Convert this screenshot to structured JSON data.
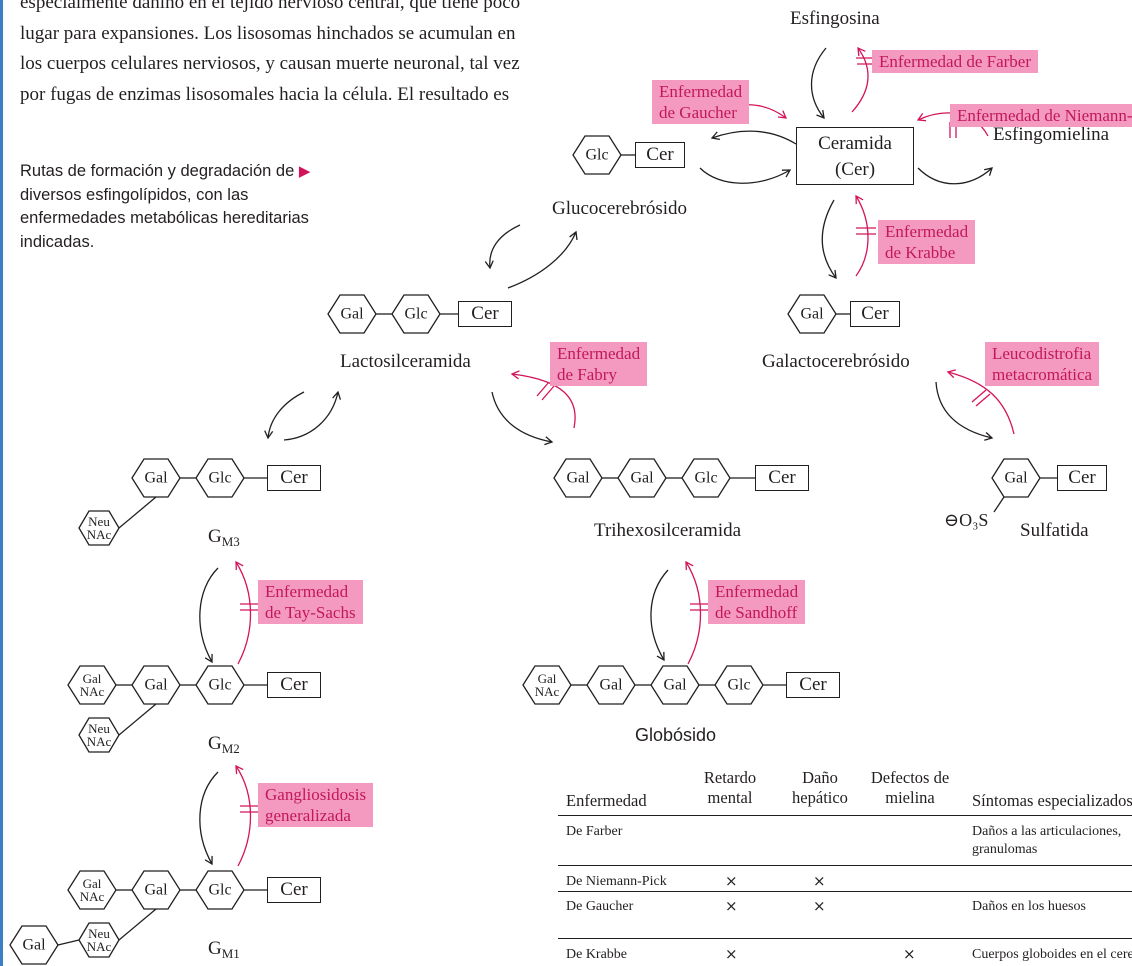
{
  "intro_lines": [
    "especialmente dañino en el tejido nervioso central, que tiene poco",
    "lugar para expansiones. Los lisosomas hinchados se acumulan en",
    "los cuerpos celulares nerviosos, y causan muerte neuronal, tal vez",
    "por fugas de enzimas lisosomales hacia la célula. El resultado es"
  ],
  "caption_lines": [
    "Rutas de formación y degradación de",
    "diversos esfingolípidos, con las",
    "enfermedades metabólicas hereditarias",
    "indicadas."
  ],
  "caption_marker": "▶",
  "accent_color": "#f49ac1",
  "enzyme_color": "#d4145a",
  "units": {
    "glc": "Glc",
    "gal": "Gal",
    "cer": "Cer",
    "neunac_1": "Neu",
    "neunac_2": "NAc",
    "galnac_1": "Gal",
    "galnac_2": "NAc",
    "o3s": "O₃S",
    "minus": "⊖"
  },
  "compounds": {
    "esfingosina": "Esfingosina",
    "ceramida_1": "Ceramida",
    "ceramida_2": "(Cer)",
    "esfingomielina": "Esfingomielina",
    "glucocerebrosido": "Glucocerebrósido",
    "lactosilceramida": "Lactosilceramida",
    "galactocerebrosido": "Galactocerebrósido",
    "trihexosilceramida": "Trihexosilceramida",
    "sulfatida": "Sulfatida",
    "globosido": "Globósido",
    "gm3": "G",
    "gm3_sub": "M3",
    "gm2": "G",
    "gm2_sub": "M2",
    "gm1": "G",
    "gm1_sub": "M1"
  },
  "diseases": {
    "farber": "Enfermedad de Farber",
    "gaucher_1": "Enfermedad",
    "gaucher_2": "de Gaucher",
    "niemann": "Enfermedad de Niemann-Pick",
    "krabbe_1": "Enfermedad",
    "krabbe_2": "de Krabbe",
    "fabry_1": "Enfermedad",
    "fabry_2": "de Fabry",
    "leuco_1": "Leucodistrofia",
    "leuco_2": "metacromática",
    "taysachs_1": "Enfermedad",
    "taysachs_2": "de Tay-Sachs",
    "sandhoff_1": "Enfermedad",
    "sandhoff_2": "de Sandhoff",
    "gangl_1": "Gangliosidosis",
    "gangl_2": "generalizada"
  },
  "table": {
    "headers": {
      "enfermedad": "Enfermedad",
      "retardo_1": "Retardo",
      "retardo_2": "mental",
      "dano_1": "Daño",
      "dano_2": "hepático",
      "defectos_1": "Defectos de",
      "defectos_2": "mielina",
      "sintomas": "Síntomas especializados"
    },
    "rows": [
      {
        "name": "De Farber",
        "s1": "Daños a las articulaciones,",
        "s2": "granulomas"
      },
      {
        "name": "De Niemann-Pick",
        "s1": "",
        "s2": ""
      },
      {
        "name": "De Gaucher",
        "s1": "Daños en los huesos",
        "s2": ""
      },
      {
        "name": "De Krabbe",
        "s1": "Cuerpos globoides en el cerebro",
        "s2": ""
      }
    ],
    "mark": "×"
  }
}
